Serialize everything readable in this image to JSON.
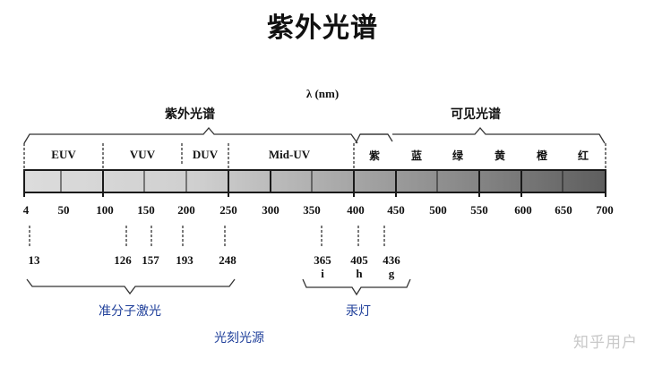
{
  "title": "紫外光谱",
  "unit_label": "λ (nm)",
  "regions": [
    {
      "label": "紫外光谱",
      "from": 4,
      "to": 450
    },
    {
      "label": "可见光谱",
      "from": 400,
      "to": 700
    }
  ],
  "bands": [
    {
      "label": "EUV",
      "from": 4,
      "to": 100
    },
    {
      "label": "VUV",
      "from": 100,
      "to": 193
    },
    {
      "label": "DUV",
      "from": 193,
      "to": 250
    },
    {
      "label": "Mid-UV",
      "from": 250,
      "to": 400
    },
    {
      "label": "紫",
      "from": 400,
      "to": 450
    },
    {
      "label": "蓝",
      "from": 450,
      "to": 500
    },
    {
      "label": "绿",
      "from": 500,
      "to": 550
    },
    {
      "label": "黄",
      "from": 550,
      "to": 600
    },
    {
      "label": "橙",
      "from": 600,
      "to": 650
    },
    {
      "label": "红",
      "from": 650,
      "to": 700
    }
  ],
  "axis_ticks": [
    "4",
    "50",
    "100",
    "150",
    "200",
    "250",
    "300",
    "350",
    "400",
    "450",
    "500",
    "550",
    "600",
    "650",
    "700"
  ],
  "source_wavelengths": [
    {
      "value": "13",
      "sub": ""
    },
    {
      "value": "126",
      "sub": ""
    },
    {
      "value": "157",
      "sub": ""
    },
    {
      "value": "193",
      "sub": ""
    },
    {
      "value": "248",
      "sub": ""
    },
    {
      "value": "365",
      "sub": "i"
    },
    {
      "value": "405",
      "sub": "h"
    },
    {
      "value": "436",
      "sub": "g"
    }
  ],
  "groups": [
    {
      "label": "准分子激光",
      "members": [
        "13",
        "126",
        "157",
        "193",
        "248"
      ]
    },
    {
      "label": "汞灯",
      "members": [
        "365",
        "405",
        "436"
      ]
    }
  ],
  "footer_label": "光刻光源",
  "watermark": "知乎用户",
  "colors": {
    "bar_start": "#dcdcdc",
    "bar_end": "#5e5e5e",
    "line": "#1a1a1a",
    "group_label": "#1f3f9a"
  }
}
